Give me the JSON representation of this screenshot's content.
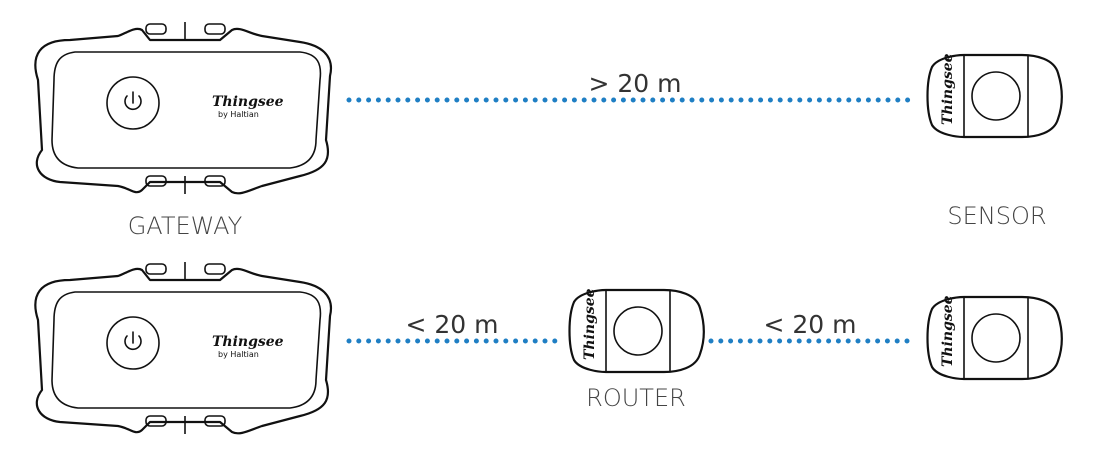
{
  "diagram": {
    "gateway_label": "GATEWAY",
    "sensor_label": "SENSOR",
    "router_label": "ROUTER",
    "distance_direct": "> 20 m",
    "distance_gateway_router": "< 20 m",
    "distance_router_sensor": "< 20 m"
  },
  "devices": {
    "brand_name": "Thingsee",
    "brand_sub": "by Haltian"
  },
  "colors": {
    "link_dots": "#1f7fc4",
    "outline": "#111111",
    "label_text": "#444444"
  },
  "icons": {
    "power": "power-icon"
  }
}
